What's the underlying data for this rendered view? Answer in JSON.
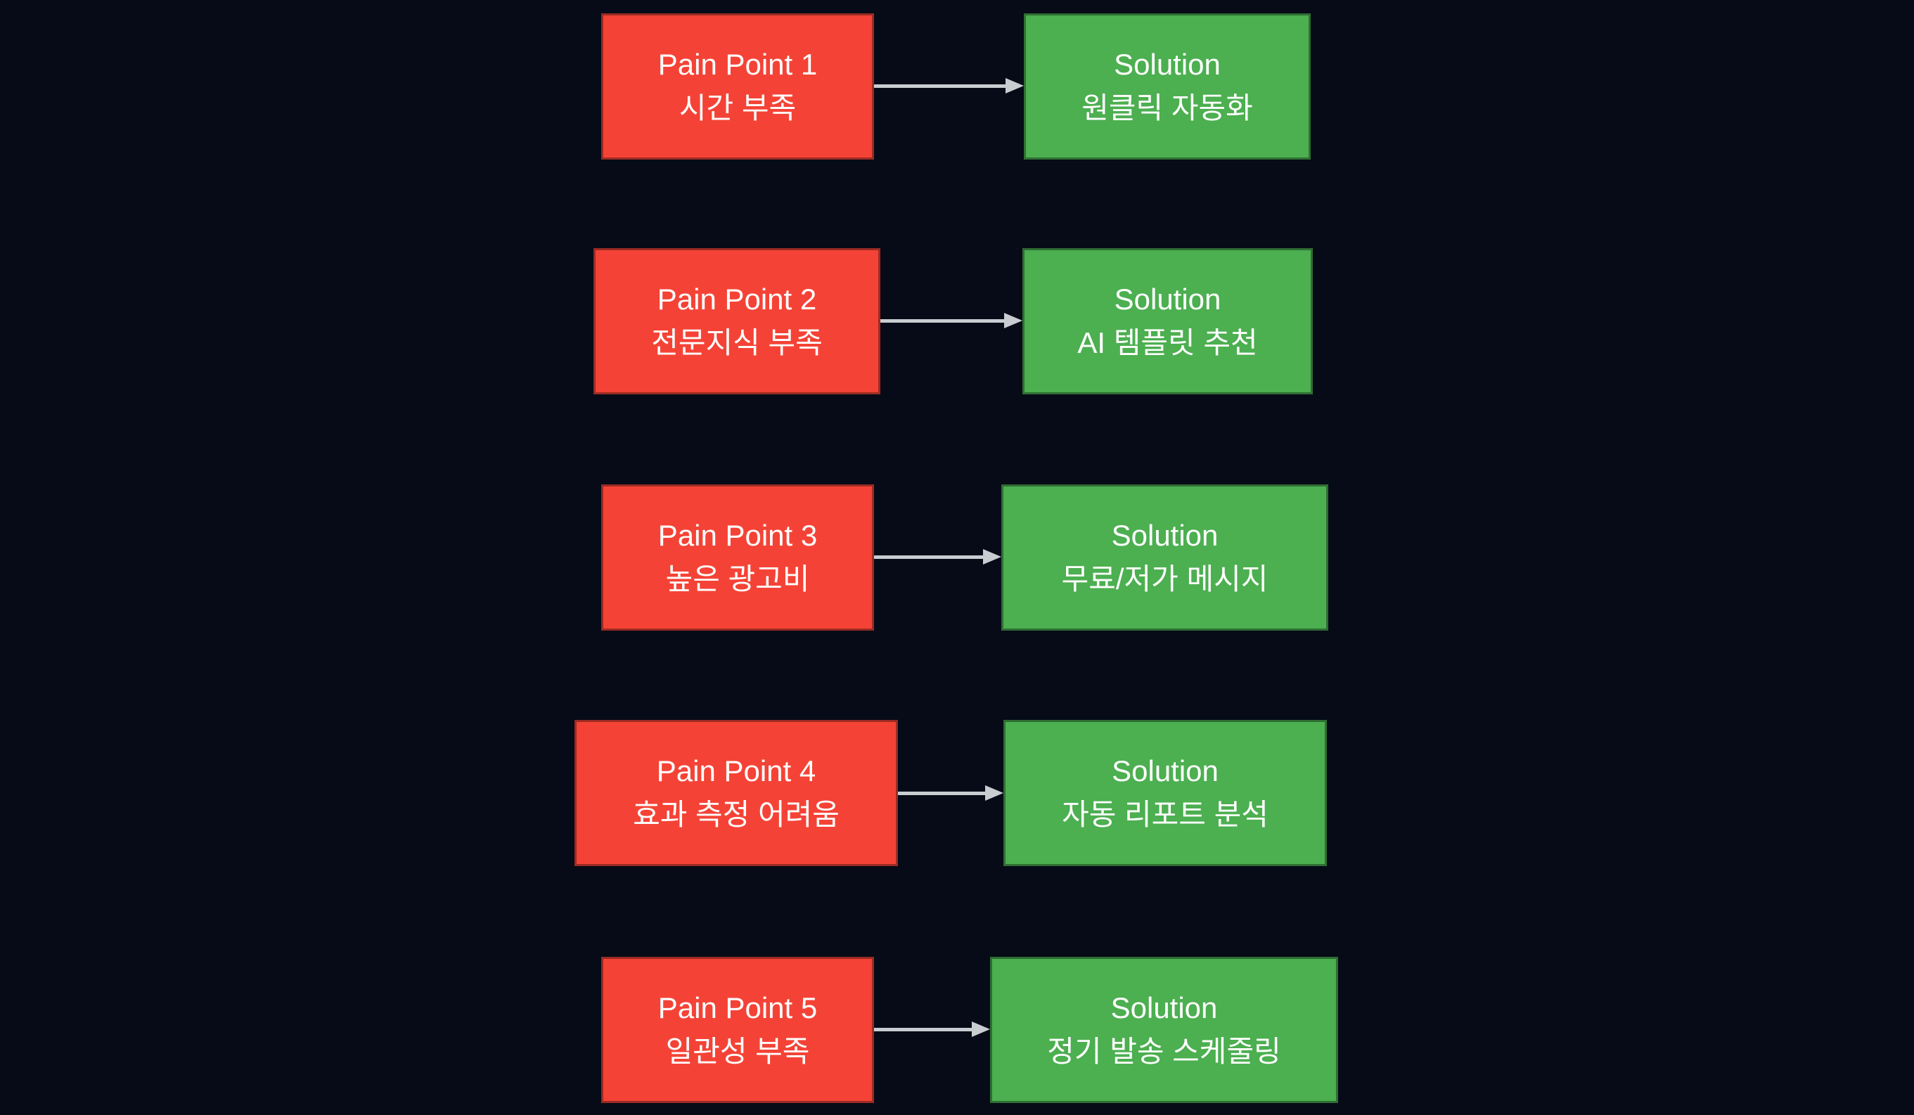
{
  "colors": {
    "background": "#060b17",
    "pain_fill": "#f44336",
    "pain_border": "#9c2b24",
    "solution_fill": "#4caf50",
    "solution_border": "#2f6e33",
    "arrow": "#c9ccd1",
    "text": "#ffffff"
  },
  "diagram": {
    "rows": [
      {
        "pain_title": "Pain Point 1",
        "pain_subtitle": "시간 부족",
        "solution_title": "Solution",
        "solution_subtitle": "원클릭 자동화"
      },
      {
        "pain_title": "Pain Point 2",
        "pain_subtitle": "전문지식 부족",
        "solution_title": "Solution",
        "solution_subtitle": "AI 템플릿 추천"
      },
      {
        "pain_title": "Pain Point 3",
        "pain_subtitle": "높은 광고비",
        "solution_title": "Solution",
        "solution_subtitle": "무료/저가 메시지"
      },
      {
        "pain_title": "Pain Point 4",
        "pain_subtitle": "효과 측정 어려움",
        "solution_title": "Solution",
        "solution_subtitle": "자동 리포트 분석"
      },
      {
        "pain_title": "Pain Point 5",
        "pain_subtitle": "일관성 부족",
        "solution_title": "Solution",
        "solution_subtitle": "정기 발송 스케줄링"
      }
    ]
  }
}
